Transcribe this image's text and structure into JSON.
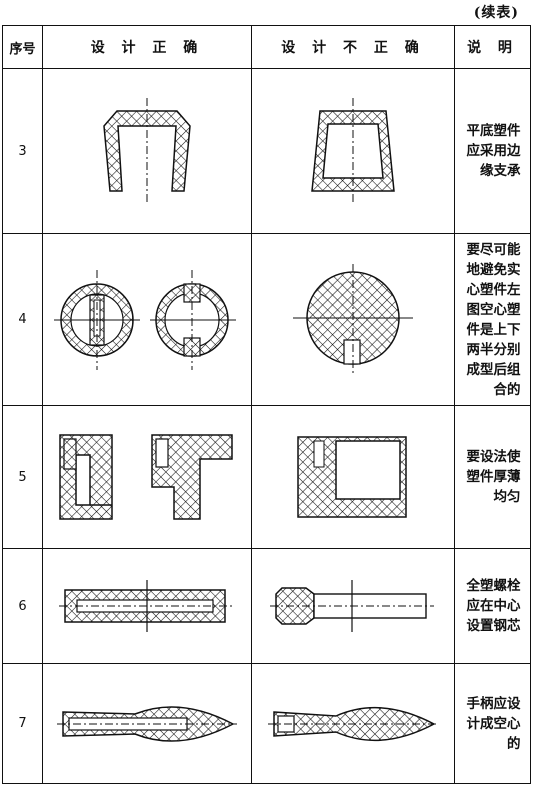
{
  "continued": "(续表)",
  "header": {
    "no": "序号",
    "correct": "设 计 正 确",
    "incorrect": "设 计 不 正 确",
    "note": "说 明"
  },
  "rows": [
    {
      "no": "3",
      "note": "平底塑件应采用边缘支承"
    },
    {
      "no": "4",
      "note": "要尽可能地避免实心塑件左图空心塑件是上下两半分别成型后组合的"
    },
    {
      "no": "5",
      "note": "要设法使塑件厚薄均匀"
    },
    {
      "no": "6",
      "note": "全塑螺栓应在中心设置钢芯"
    },
    {
      "no": "7",
      "note": "手柄应设计成空心的"
    }
  ]
}
